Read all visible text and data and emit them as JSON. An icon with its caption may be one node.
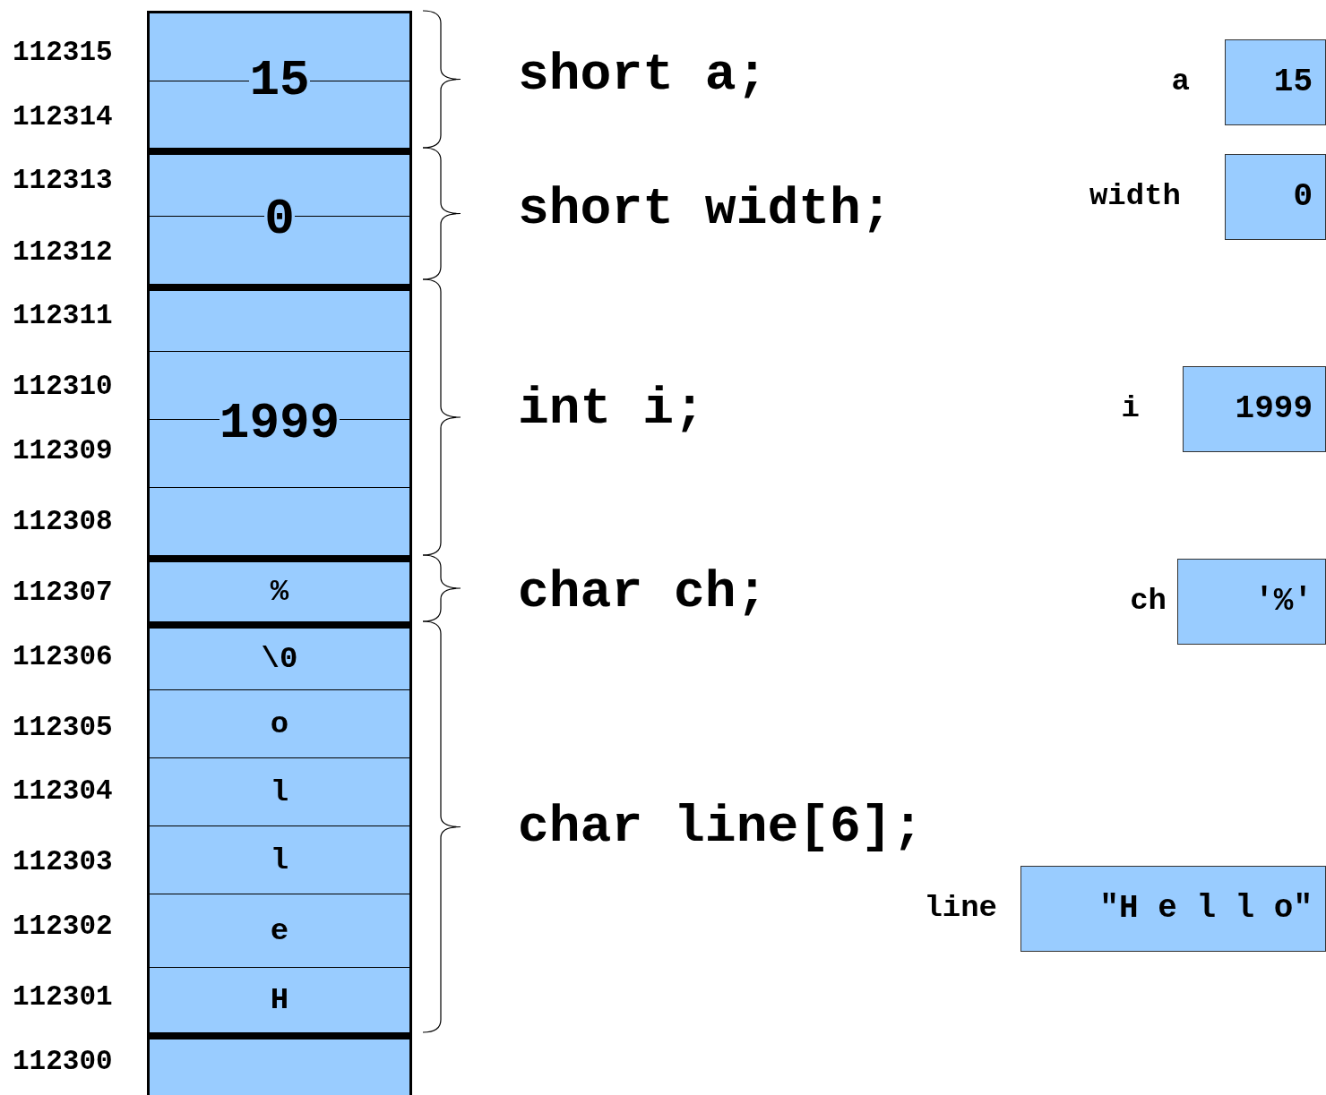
{
  "diagram": {
    "nodes": [
      {
        "text": [
          "15"
        ]
      },
      {
        "text": [
          "0"
        ]
      },
      {
        "text": [
          "1999"
        ]
      },
      {
        "text": [
          "%"
        ]
      },
      {
        "text": [
          "\\0"
        ]
      },
      {
        "text": [
          "o"
        ]
      },
      {
        "text": [
          "l"
        ]
      },
      {
        "text": [
          "l"
        ]
      },
      {
        "text": [
          "e"
        ]
      },
      {
        "text": [
          "H"
        ]
      },
      {
        "text": [],
        "shape": "box"
      },
      {
        "text": [
          "15"
        ],
        "beside": [
          "a"
        ]
      },
      {
        "text": [
          "0"
        ],
        "beside": [
          "width"
        ]
      },
      {
        "text": [
          "1999"
        ],
        "beside": [
          "i"
        ]
      },
      {
        "text": [
          "'%'"
        ],
        "beside": [
          "ch"
        ]
      },
      {
        "text": [
          "\"H e l l o\""
        ],
        "beside": [
          "line"
        ]
      }
    ],
    "edges": [],
    "labels": [
      "112315",
      "112314",
      "112313",
      "112312",
      "112311",
      "112310",
      "112309",
      "112308",
      "112307",
      "112306",
      "112305",
      "112304",
      "112303",
      "112302",
      "112301",
      "112300",
      "short a;",
      "short width;",
      "int i;",
      "char ch;",
      "char line[6];"
    ]
  }
}
